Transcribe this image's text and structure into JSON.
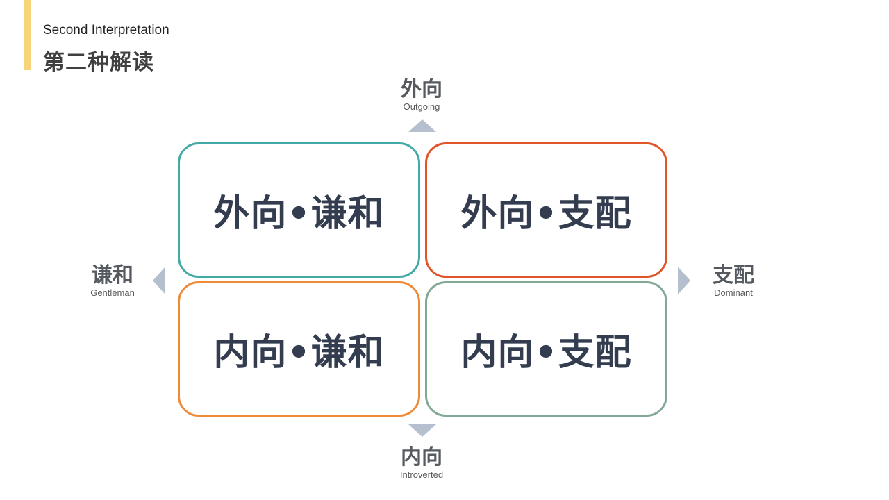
{
  "header": {
    "subtitle": "Second Interpretation",
    "title": "第二种解读"
  },
  "axes": {
    "top": {
      "zh": "外向",
      "en": "Outgoing"
    },
    "bottom": {
      "zh": "内向",
      "en": "Introverted"
    },
    "left": {
      "zh": "谦和",
      "en": "Gentleman"
    },
    "right": {
      "zh": "支配",
      "en": "Dominant"
    }
  },
  "quadrants": {
    "top_left": "外向•谦和",
    "top_right": "外向•支配",
    "bottom_left": "内向•谦和",
    "bottom_right": "内向•支配"
  },
  "colors": {
    "accent_bar": "#f8d57a",
    "arrow": "#b6bfcd",
    "top_left_border": "#43a9a6",
    "top_right_border": "#e0542a",
    "bottom_left_border": "#ef8a37",
    "bottom_right_border": "#84a896"
  }
}
